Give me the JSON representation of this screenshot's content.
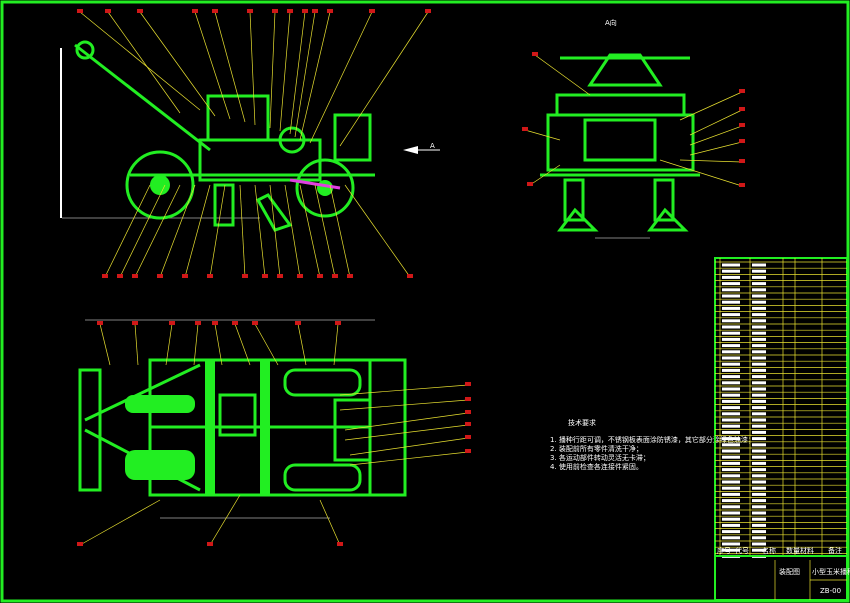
{
  "view_labels": {
    "a_view": "A向",
    "arrow_a": "A"
  },
  "tech_requirements": {
    "title": "技术要求",
    "items": [
      "1. 播种行距可调，不锈钢板表面涂防锈漆，其它部分涂绿色油漆；",
      "2. 装配前所有零件清洗干净；",
      "3. 各运动部件转动灵活无卡滞；",
      "4. 使用前检查各连接件紧固。"
    ]
  },
  "title_block": {
    "drawing_type": "装配图",
    "product_name": "小型玉米播种施肥机",
    "drawing_no": "ZB-00",
    "headers": [
      "序号",
      "代号",
      "名称",
      "数量",
      "材料",
      "备注"
    ]
  },
  "colors": {
    "line": "#22ee22",
    "leader": "#e8e030",
    "tag": "#d01818",
    "frame": "#22ee22"
  }
}
